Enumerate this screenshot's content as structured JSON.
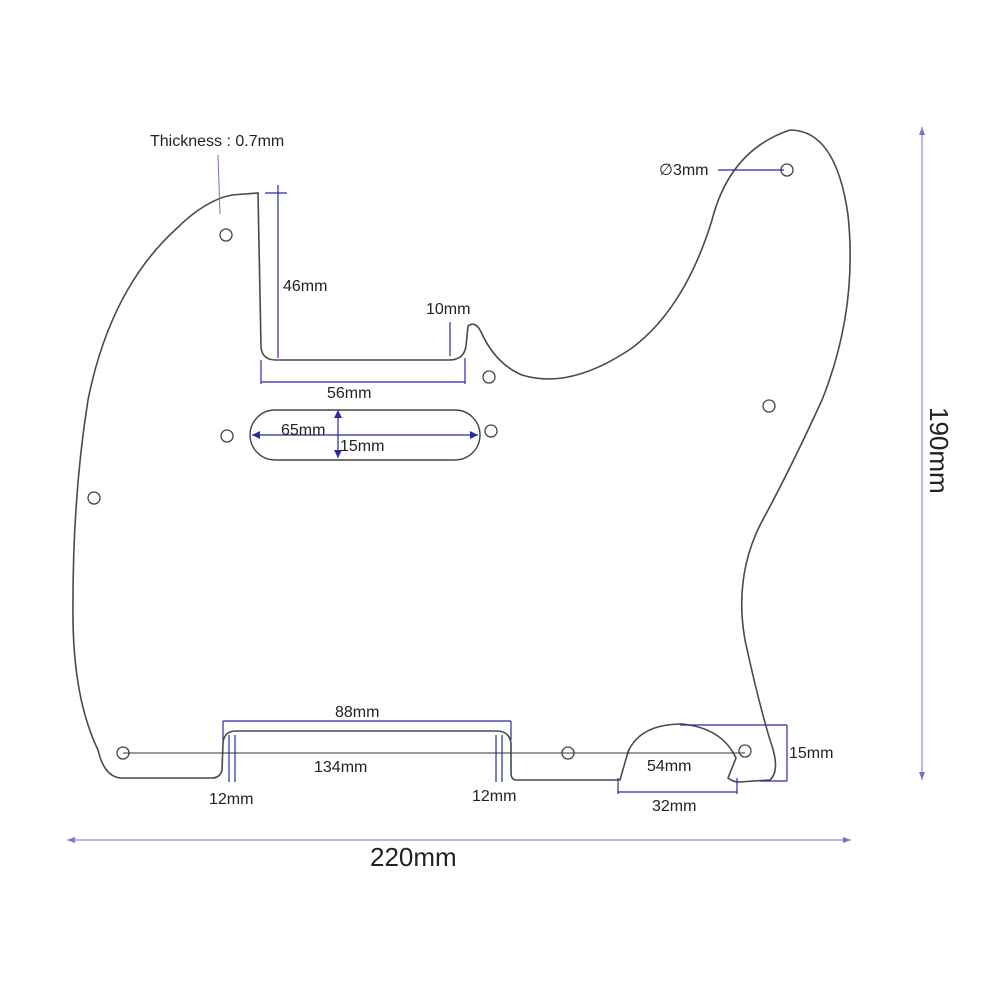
{
  "labels": {
    "thickness": "Thickness : 0.7mm",
    "hole_diameter": "∅3mm",
    "neck_depth": "46mm",
    "corner_radius": "10mm",
    "neck_width": "56mm",
    "pickup_length": "65mm",
    "pickup_width": "15mm",
    "bridge_cutout_width": "88mm",
    "bridge_hole_span": "134mm",
    "bridge_left_step": "12mm",
    "bridge_right_step": "12mm",
    "jack_outer": "54mm",
    "jack_inner": "32mm",
    "jack_depth": "15mm",
    "overall_width": "220mm",
    "overall_height": "190mm"
  },
  "colors": {
    "dimension_line": "#2b2b9e",
    "outline": "#4a4a4a",
    "text": "#222222"
  }
}
